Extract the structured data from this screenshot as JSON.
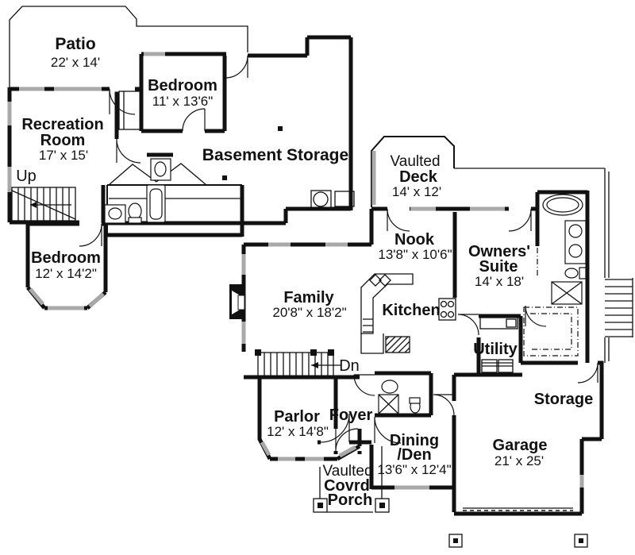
{
  "title": "Two-level house floor plan",
  "colors": {
    "wall": "#111111",
    "window": "#a9a9a9",
    "background": "#ffffff"
  },
  "basement": {
    "patio": {
      "name": "Patio",
      "dims": "22' x 14'"
    },
    "bedroom_upper": {
      "name": "Bedroom",
      "dims": "11' x 13'6\""
    },
    "recreation": {
      "line1": "Recreation",
      "line2": "Room",
      "dims": "17' x 15'"
    },
    "stairs": {
      "label": "Up"
    },
    "storage": {
      "name": "Basement Storage"
    },
    "bedroom_lower": {
      "name": "Bedroom",
      "dims": "12' x 14'2\""
    }
  },
  "main": {
    "deck": {
      "line1": "Vaulted",
      "line2": "Deck",
      "dims": "14' x 12'"
    },
    "nook": {
      "name": "Nook",
      "dims": "13'8\" x 10'6\""
    },
    "owners_suite": {
      "line1": "Owners'",
      "line2": "Suite",
      "dims": "14' x 18'"
    },
    "family": {
      "name": "Family",
      "dims": "20'8\" x 18'2\""
    },
    "kitchen": {
      "name": "Kitchen"
    },
    "utility": {
      "name": "Utility"
    },
    "stairs": {
      "label": "Dn"
    },
    "parlor": {
      "name": "Parlor",
      "dims": "12' x 14'8\""
    },
    "foyer": {
      "name": "Foyer"
    },
    "dining": {
      "line1": "Dining",
      "line2": "/Den",
      "dims": "13'6\" x 12'4\""
    },
    "porch": {
      "line1": "Vaulted",
      "line2": "Covrd",
      "line3": "Porch"
    },
    "storage": {
      "name": "Storage"
    },
    "garage": {
      "name": "Garage",
      "dims": "21' x 25'"
    }
  }
}
